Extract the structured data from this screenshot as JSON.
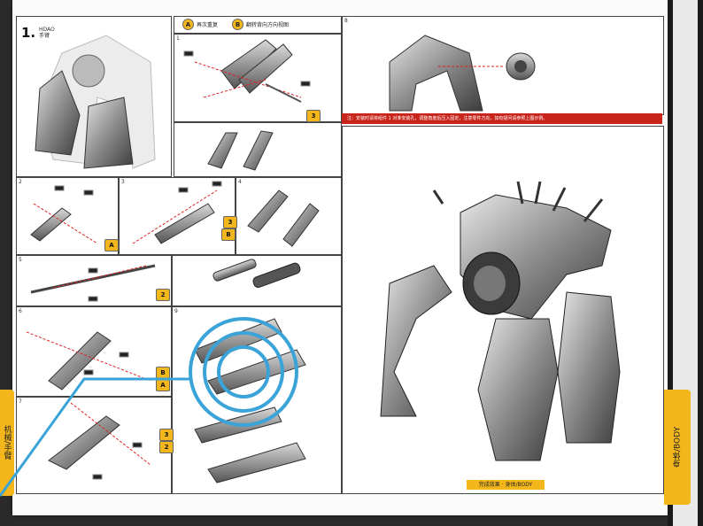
{
  "step": {
    "number": "1.",
    "sub_top": "HDAO",
    "sub_bottom": "手臂"
  },
  "legend": [
    {
      "symbol": "A",
      "text": "再次重复"
    },
    {
      "symbol": "B",
      "text": "翻转背向方向视图"
    }
  ],
  "panel_indices": [
    "1",
    "2",
    "3",
    "4",
    "5",
    "6",
    "7",
    "8",
    "9"
  ],
  "badges": [
    "3",
    "A",
    "B",
    "3",
    "2",
    "B",
    "A",
    "3",
    "2"
  ],
  "tabs": {
    "left": "机械/手臂",
    "right": "身体/BODY"
  },
  "banner_text": "注：安装时请将组件 1 对准安装孔，调整角度后压入固定，注意零件方向，如有疑问请参照上图示例。",
  "footer_label": "完成效果  · 身体/BODY",
  "colors": {
    "accent": "#f3b71b",
    "banner": "#c8241b",
    "highlight": "#3aa3d8"
  }
}
